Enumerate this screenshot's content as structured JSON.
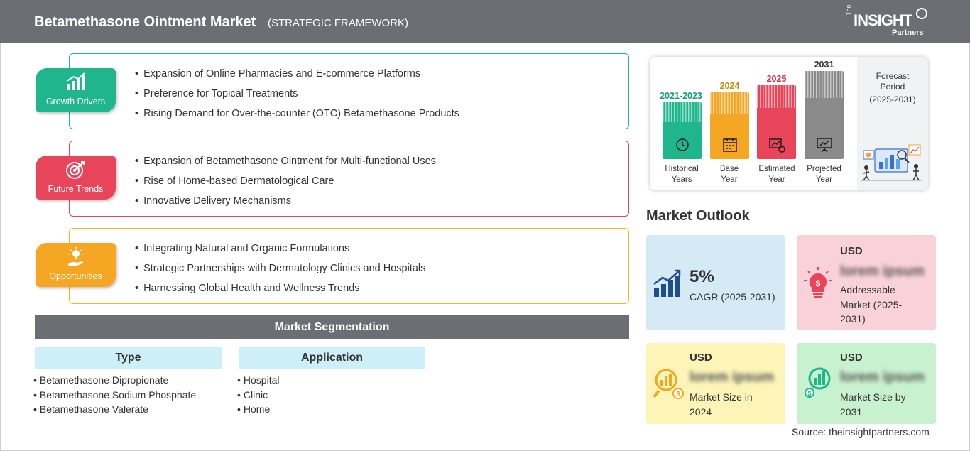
{
  "header": {
    "title": "Betamethasone Ointment Market",
    "subtitle": "(STRATEGIC FRAMEWORK)",
    "logo": {
      "the": "The",
      "main": "INSIGHT",
      "partners": "Partners"
    }
  },
  "framework": {
    "growth_drivers": {
      "label": "Growth Drivers",
      "color": "#1fb68d",
      "items": [
        "Expansion of Online Pharmacies and E-commerce Platforms",
        "Preference for Topical Treatments",
        "Rising Demand for Over-the-counter (OTC) Betamethasone Products"
      ]
    },
    "future_trends": {
      "label": "Future Trends",
      "color": "#e8455a",
      "items": [
        "Expansion of Betamethasone Ointment for Multi-functional Uses",
        "Rise of Home-based Dermatological Care",
        "Innovative Delivery Mechanisms"
      ]
    },
    "opportunities": {
      "label": "Opportunities",
      "color": "#f5a623",
      "items": [
        "Integrating Natural and Organic Formulations",
        "Strategic Partnerships with Dermatology Clinics and Hospitals",
        "Harnessing Global Health and Wellness Trends"
      ]
    }
  },
  "segmentation": {
    "title": "Market Segmentation",
    "type": {
      "heading": "Type",
      "items": [
        "Betamethasone Dipropionate",
        "Betamethasone Sodium Phosphate",
        "Betamethasone Valerate"
      ]
    },
    "application": {
      "heading": "Application",
      "items": [
        "Hospital",
        "Clinic",
        "Home"
      ]
    }
  },
  "timeline": {
    "historical": {
      "year": "2021-2023",
      "line1": "Historical",
      "line2": "Years",
      "color": "#1fb68d"
    },
    "base": {
      "year": "2024",
      "line1": "Base",
      "line2": "Year",
      "color": "#f5a623"
    },
    "estimated": {
      "year": "2025",
      "line1": "Estimated",
      "line2": "Year",
      "color": "#e8455a"
    },
    "projected": {
      "year": "2031",
      "line1": "Projected",
      "line2": "Year",
      "color": "#8a8a8a"
    },
    "forecast": {
      "line1": "Forecast",
      "line2": "Period",
      "line3": "(2025-2031)"
    }
  },
  "outlook": {
    "title": "Market Outlook",
    "cagr": {
      "value": "5%",
      "label": "CAGR (2025-2031)",
      "bg": "#d6eaf6"
    },
    "addressable": {
      "currency": "USD",
      "value": "lorem ipsum",
      "line1": "Addressable",
      "line2": "Market (2025-",
      "line3": "2031)",
      "bg": "#f9d1d8"
    },
    "size_2024": {
      "currency": "USD",
      "value": "lorem ipsum",
      "line1": "Market Size in",
      "line2": "2024",
      "bg": "#fdf4b8"
    },
    "size_2031": {
      "currency": "USD",
      "value": "lorem ipsum",
      "line1": "Market Size by",
      "line2": "2031",
      "bg": "#c8f2cf"
    }
  },
  "source": "Source: theinsightpartners.com"
}
